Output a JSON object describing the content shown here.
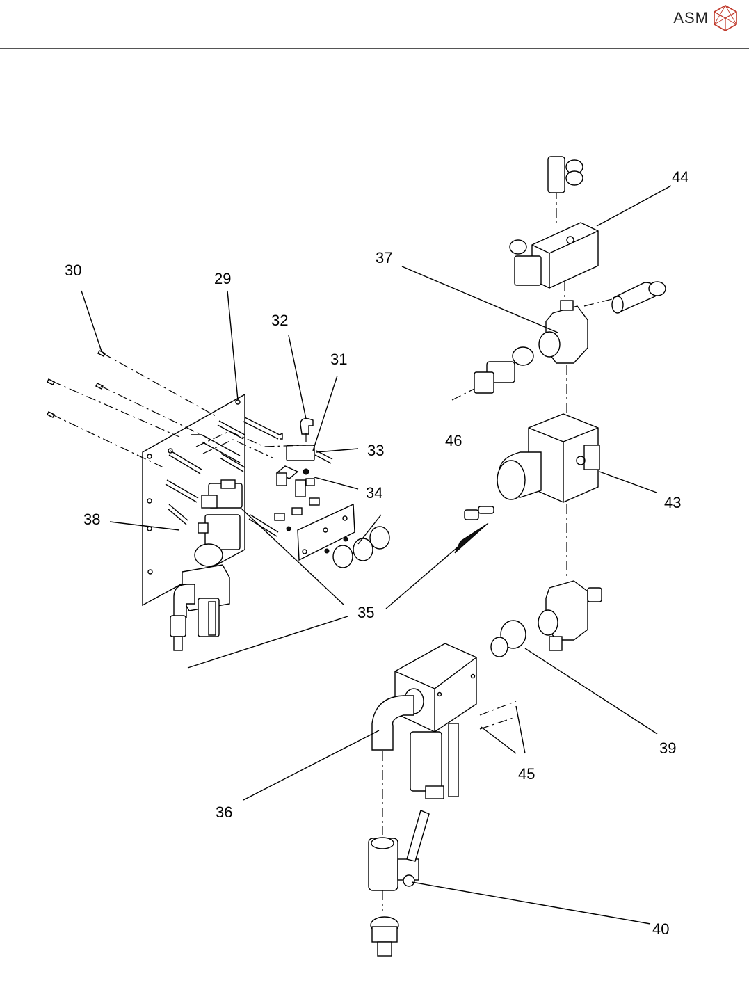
{
  "brand": {
    "name": "ASM",
    "logo_icon": "asm-cube-logo-icon"
  },
  "callouts": {
    "c29": "29",
    "c30": "30",
    "c31": "31",
    "c32": "32",
    "c33": "33",
    "c34": "34",
    "c35": "35",
    "c36": "36",
    "c37": "37",
    "c38": "38",
    "c39": "39",
    "c40": "40",
    "c43": "43",
    "c44": "44",
    "c45": "45",
    "c46": "46"
  }
}
